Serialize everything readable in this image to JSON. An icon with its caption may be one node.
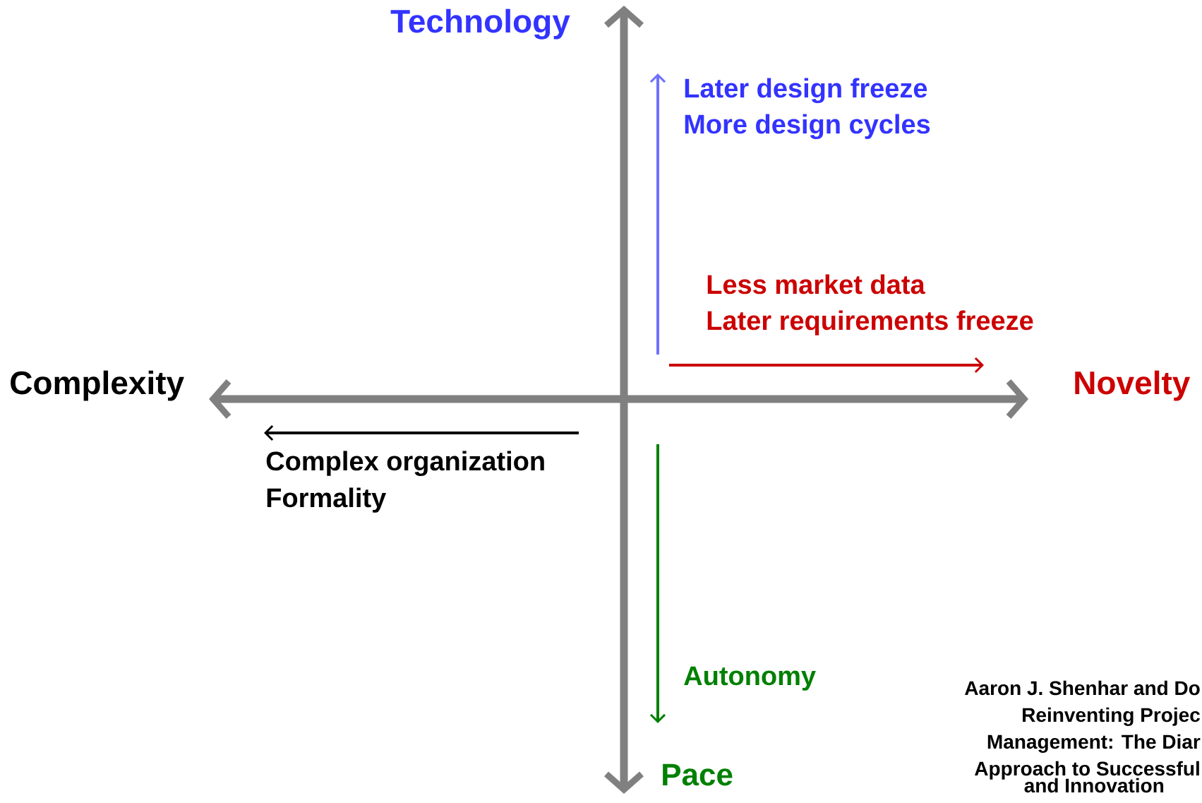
{
  "diagram": {
    "labels": [
      "Technology",
      "Later design freeze",
      "More design cycles",
      "Less market data",
      "Later requirements freeze",
      "Complexity",
      "Novelty",
      "Complex organization",
      "Formality",
      "Autonomy",
      "Aaron J. Shenhar and Do",
      "Reinventing Projec",
      "Management: The Diar",
      "Approach to Successful",
      "and Innovation",
      "Pace"
    ]
  }
}
